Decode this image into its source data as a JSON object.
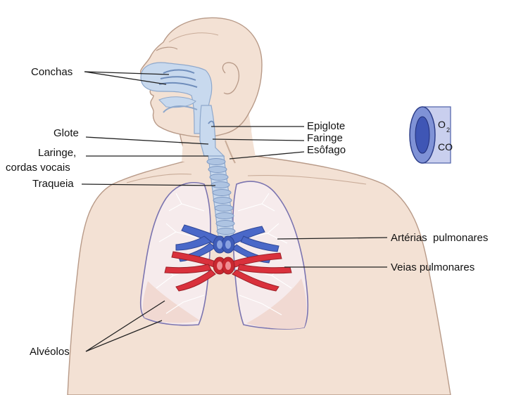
{
  "colors": {
    "skin": "#f3e1d4",
    "skin_outline": "#b89a88",
    "airway": "#c8d9ee",
    "airway_outline": "#8ea8cc",
    "lung_fill": "#f6ebec",
    "lung_outline": "#7b74b0",
    "artery": "#4a68c8",
    "vein": "#d9313c",
    "alveoli": "#e8cfd2"
  },
  "labels": {
    "conchas": "Conchas",
    "glote": "Glote",
    "laringe_1": "Laringe,",
    "laringe_2": "cordas vocais",
    "traqueia": "Traqueia",
    "alveolos": "Alvéolos",
    "epiglote": "Epiglote",
    "faringe": "Faringe",
    "esofago": "Esôfago",
    "arterias": "Artérias  pulmonares",
    "veias": "Veias pulmonares",
    "vessel_o2": "O",
    "vessel_o2_sub": "2",
    "vessel_co": "CO"
  },
  "icons": {
    "vessel": "blood-vessel-cross-section-icon"
  }
}
